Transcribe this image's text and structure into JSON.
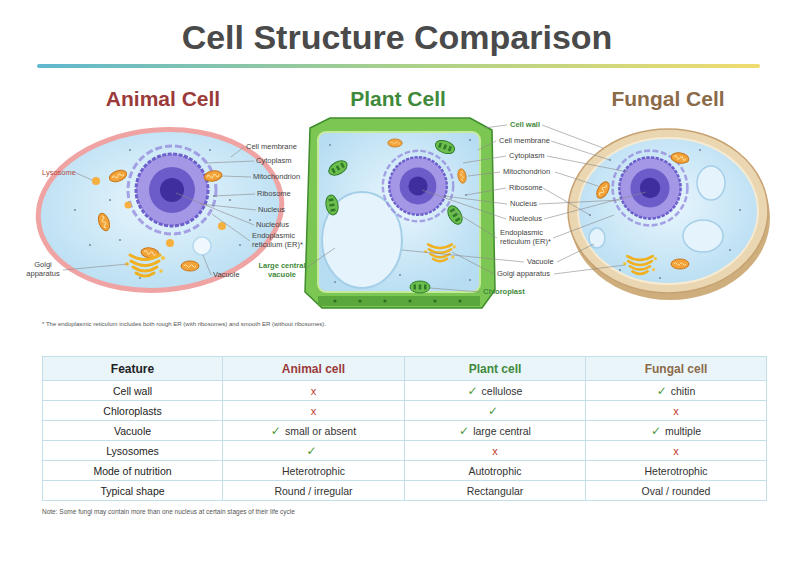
{
  "diagram": {
    "title": "Cell Structure Comparison",
    "nodes": [
      {
        "text": [
          "Animal Cell"
        ]
      },
      {
        "text": [
          "Plant Cell"
        ]
      },
      {
        "text": [
          "Fungal Cell"
        ]
      }
    ],
    "labels": [
      "Lysosome",
      "Cell membrane",
      "Cytoplasm",
      "Mitochondrion",
      "Ribosome",
      "Nucleus",
      "Nucleolus",
      "Endoplasmic reticulum (ER)*",
      "Golgi apparatus",
      "Vacuole",
      "Large central vacuole",
      "Cell wall",
      "Cell membrane",
      "Cytoplasm",
      "Mitochondrion",
      "Ribosome",
      "Nucleus",
      "Nucleolus",
      "Endoplasmic reticulum (ER)*",
      "Vacuole",
      "Golgi apparatus",
      "Chloroplast",
      "* The endoplasmic reticulum includes both rough ER (with ribosomes) and smooth ER (without ribosomes).",
      "Feature",
      "Animal cell",
      "Plant cell",
      "Fungal cell",
      "Cell wall",
      "x",
      "✓",
      "cellulose",
      "✓",
      "chitin",
      "Chloroplasts",
      "x",
      "✓",
      "x",
      "Vacuole",
      "✓",
      "small or absent",
      "✓",
      "large central",
      "✓",
      "multiple",
      "Lysosomes",
      "✓",
      "x",
      "x",
      "Mode of nutrition",
      "Heterotrophic",
      "Autotrophic",
      "Heterotrophic",
      "Typical shape",
      "Round / irregular",
      "Rectangular",
      "Oval / rounded",
      "Note: Some fungi may contain more than one nucleus at certain stages of their life cycle"
    ]
  }
}
